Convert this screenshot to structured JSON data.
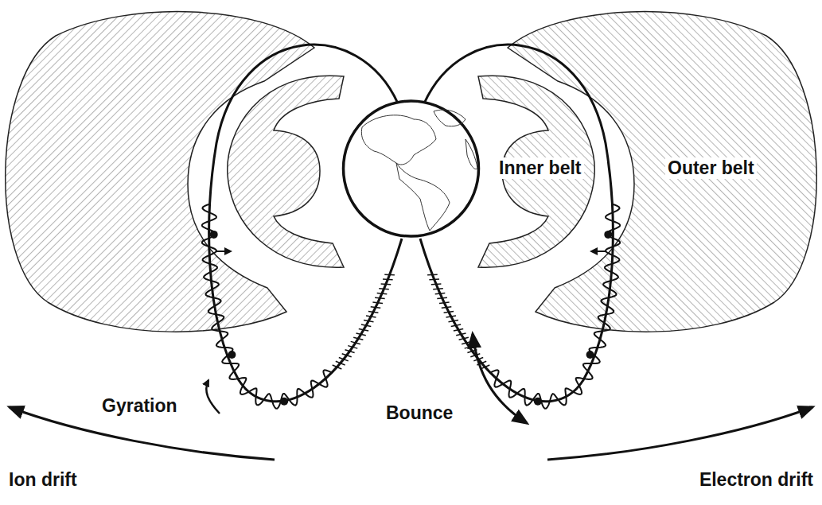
{
  "diagram": {
    "labels": [
      "Inner belt",
      "Outer belt",
      "Gyration",
      "Bounce",
      "Ion drift",
      "Electron drift"
    ]
  }
}
